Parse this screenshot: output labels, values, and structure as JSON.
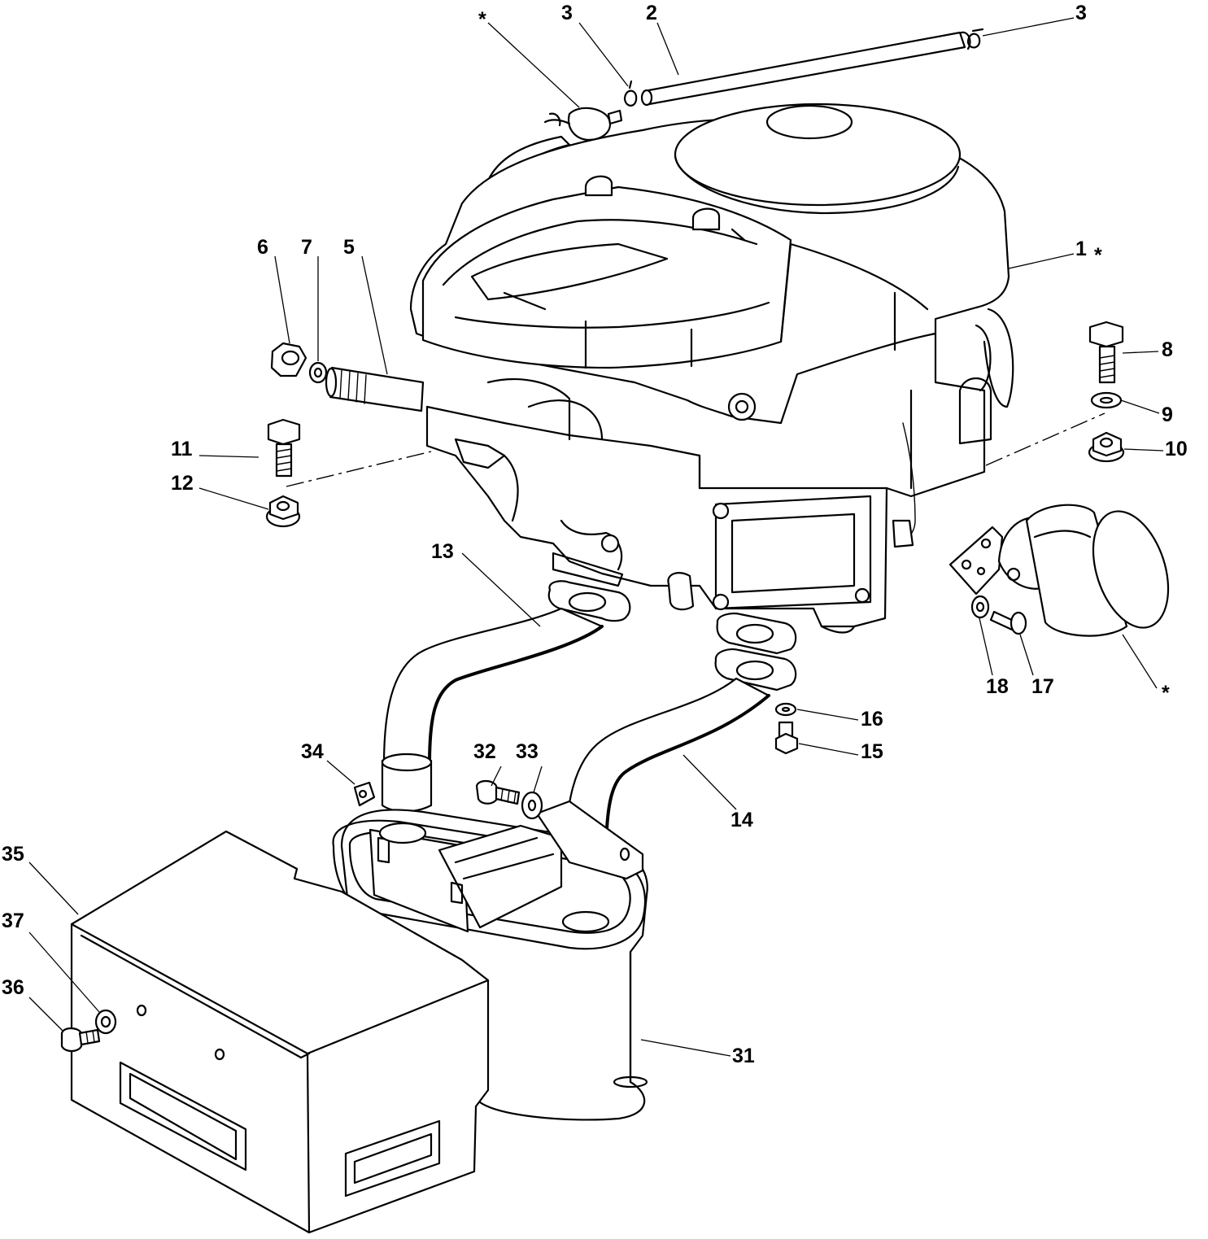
{
  "diagram": {
    "callouts": [
      {
        "id": "c-star-top",
        "text": "*"
      },
      {
        "id": "c-3a",
        "text": "3"
      },
      {
        "id": "c-2",
        "text": "2"
      },
      {
        "id": "c-3b",
        "text": "3"
      },
      {
        "id": "c-1",
        "text": "1"
      },
      {
        "id": "c-1-star",
        "text": "*"
      },
      {
        "id": "c-6",
        "text": "6"
      },
      {
        "id": "c-7",
        "text": "7"
      },
      {
        "id": "c-5",
        "text": "5"
      },
      {
        "id": "c-8",
        "text": "8"
      },
      {
        "id": "c-9",
        "text": "9"
      },
      {
        "id": "c-10",
        "text": "10"
      },
      {
        "id": "c-11",
        "text": "11"
      },
      {
        "id": "c-12",
        "text": "12"
      },
      {
        "id": "c-13",
        "text": "13"
      },
      {
        "id": "c-18",
        "text": "18"
      },
      {
        "id": "c-17",
        "text": "17"
      },
      {
        "id": "c-star-filter",
        "text": "*"
      },
      {
        "id": "c-16",
        "text": "16"
      },
      {
        "id": "c-15",
        "text": "15"
      },
      {
        "id": "c-14",
        "text": "14"
      },
      {
        "id": "c-34",
        "text": "34"
      },
      {
        "id": "c-32",
        "text": "32"
      },
      {
        "id": "c-33",
        "text": "33"
      },
      {
        "id": "c-35",
        "text": "35"
      },
      {
        "id": "c-37",
        "text": "37"
      },
      {
        "id": "c-36",
        "text": "36"
      },
      {
        "id": "c-31",
        "text": "31"
      }
    ]
  }
}
